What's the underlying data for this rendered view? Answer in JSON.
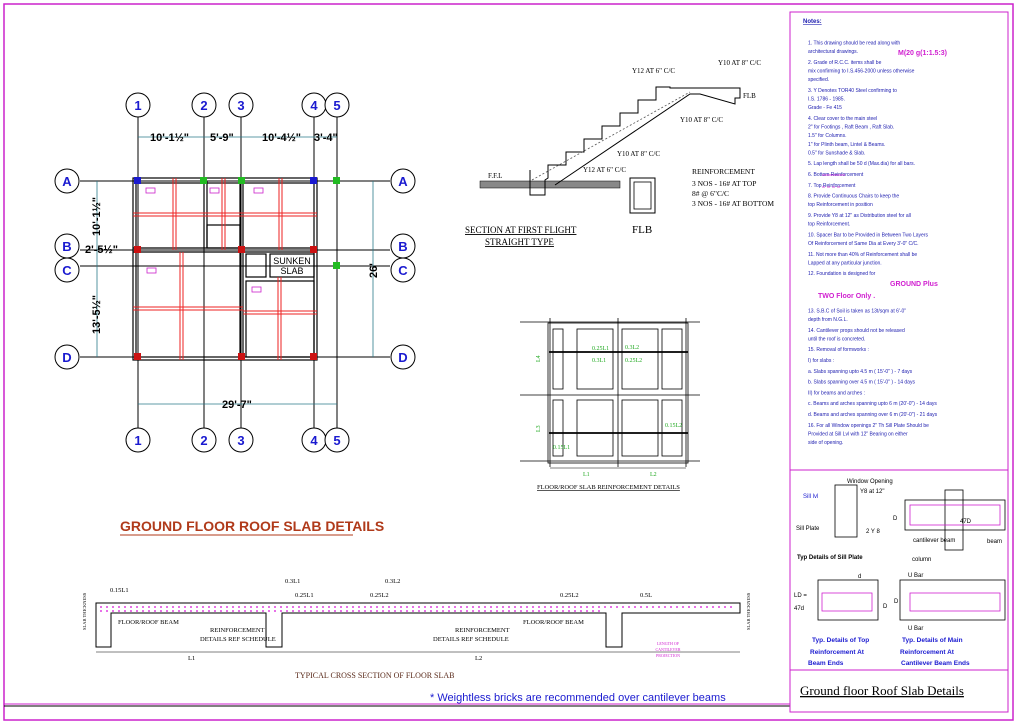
{
  "plan": {
    "grid_columns": [
      "1",
      "2",
      "3",
      "4",
      "5"
    ],
    "grid_rows": [
      "A",
      "B",
      "C",
      "D"
    ],
    "dims_top": [
      "10'-1½\"",
      "5'-9\"",
      "10'-4½\"",
      "3'-4\""
    ],
    "dims_left": [
      "10'-1½\"",
      "2'-5½\"",
      "13'-5½\""
    ],
    "dim_right": "26'",
    "dim_bottom": "29'-7\"",
    "sunken_slab": [
      "SUNKEN",
      "SLAB"
    ],
    "title": "GROUND FLOOR ROOF SLAB DETAILS"
  },
  "stair": {
    "labels": [
      "Y12 AT 6\" C/C",
      "Y10 AT 8\" C/C",
      "FLB",
      "Y10 AT 8\" C/C",
      "Y10 AT 8\" C/C",
      "Y12 AT 6\" C/C",
      "F.F.L"
    ],
    "title_line1": "SECTION AT FIRST  FLIGHT",
    "title_line2": "STRAIGHT TYPE"
  },
  "flb": {
    "title": "FLB",
    "reinforcement_heading": "REINFORCEMENT",
    "reinforcement": [
      "3 NOS - 16#  AT TOP",
      "8# @ 6\"C/C",
      "3 NOS - 16#  AT BOTTOM"
    ]
  },
  "slab_reinf": {
    "title": "FLOOR/ROOF SLAB REINFORCEMENT  DETAILS",
    "labels": [
      "0.25L1",
      "0.3L2",
      "0.3L1",
      "0.25L2",
      "0.15L1",
      "0.15L2",
      "L1",
      "L2",
      "L3",
      "L4"
    ]
  },
  "cross_section": {
    "title": "TYPICAL CROSS SECTION OF FLOOR SLAB",
    "dims": [
      "0.15L1",
      "0.3L1",
      "0.3L2",
      "0.25L1",
      "0.25L2",
      "0.25L2",
      "0.5L",
      "L1",
      "L2"
    ],
    "labels": [
      "FLOOR/ROOF BEAM",
      "REINFORCEMENT",
      "DETAILS REF SCHEDULE",
      "REINFORCEMENT",
      "DETAILS REF SCHEDULE",
      "FLOOR/ROOF BEAM",
      "SLAB THICKNESS",
      "SLAB THICKNESS",
      "LENGTH OF",
      "CANTILEVER",
      "PROJECTION"
    ]
  },
  "footnote": "* Weightless bricks are recommended over cantilever beams",
  "notes": {
    "heading": "Notes:",
    "mix": "M(20 g(1:1.5:3)",
    "ground_plus": "GROUND Plus",
    "two_floor": "TWO Floor Only .",
    "lines": [
      "1.  This drawing should be read along with",
      "      architectural drawings.",
      "2.  Grade of R.C.C. items shall be",
      "     mix confirming to I.S.456-2000 unless otherwise",
      "      specified.",
      "3.  Y Denotes TOR40 Steel confirming to",
      "      I.S. 1786 - 1985.",
      "      Grade - Fe 415",
      "4.  Clear cover to the main steel",
      "   2\"  for Footings , Raft Beam , Raft Slab.",
      "   1.5\" for Columns.",
      "   1\"  for Plinth beam, Lintel & Beams.",
      "  0.5\" for Sunshade & Slab.",
      "5.  Lap length shall be 50 d (Max.dia) for all bars.",
      "6.                        Bottom Reinforcement",
      "7.                  Top Reinforcement",
      "8.  Provide Continuous Chairs to keep the",
      "      top Reinforcement in position",
      "9.  Provide Y8 at 12\" as Distribution steel for all",
      "top Reinforcement.",
      "10. Spacer Bar to be Provided in Between Two Layers",
      "     Of Reinforcement of Same Dia at Every  3'-0\"  C/C.",
      "11.  Not more than 40% of Reinforcement shall be",
      "      Lapped at any particular junction.",
      "12. Foundation is designed for",
      "13.  S.B.C of Soil is taken as  13t/sqm  at 6'-0\"",
      "       depth from N.G.L.",
      "14.  Cantilever props should not be released",
      "      until the roof is concreted.",
      "15. Removal of formworks :",
      "  I)  for slabs :",
      "  a.  Slabs spanning upto 4.5 m ( 15'-0\" ) - 7 days",
      "  b.  Slabs spanning over 4.5 m ( 15'-0\" ) - 14 days",
      "II) for beams and arches :",
      "c. Beams and arches spanning upto 6 m (20'-0\") - 14 days",
      "d. Beams and arches spanning over 6 m (20'-0\") - 21 days",
      "16.  For all Window openings 2\" Th Sill Plate Should be",
      "       Provided at Sill Lvl with 12\" Bearing on either",
      "       side of opening."
    ]
  },
  "details": {
    "window_opening": "Window Opening",
    "y8": "Y8 at 12\"",
    "sill_lvl": "Sill lvl",
    "sill_plate": "Sill Plate",
    "two_y8": "2 Y 8",
    "sill_title": "Typ Details of Sill Plate",
    "d_label": "D",
    "47d_label": "47D",
    "cantilever_beam": "cantilever beam",
    "beam": "beam",
    "column": "column",
    "ld": "LD =",
    "ld2": "47d",
    "d_small": "d",
    "d2": "D",
    "ubar_top": "U Bar",
    "ubar_bottom": "U Bar",
    "d3": "D",
    "top_title": [
      "Typ. Details of Top",
      "Reinforcement At",
      "Beam Ends"
    ],
    "main_title": [
      "Typ. Details of Main",
      "Reinforcement At",
      "Cantilever Beam Ends"
    ]
  },
  "title_block": "Ground floor Roof Slab Details",
  "colors": {
    "border": "#cc22cc",
    "grid_bubble_text": "#1a1ad0",
    "rebar": "#ee2222",
    "accent_title": "#b03a1a",
    "note_text": "#2020b0",
    "magenta": "#d020d0"
  }
}
